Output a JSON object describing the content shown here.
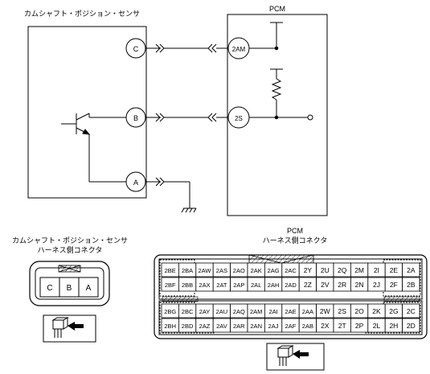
{
  "sensor": {
    "title": "カムシャフト・ポジション・センサ",
    "pins": [
      "C",
      "B",
      "A"
    ]
  },
  "pcm": {
    "title": "PCM",
    "pins": [
      "2AM",
      "2S"
    ]
  },
  "sensor_connector": {
    "title_line1": "カムシャフト・ポジション・センサ",
    "title_line2": "ハーネス側コネクタ",
    "pins": [
      "C",
      "B",
      "A"
    ]
  },
  "pcm_connector": {
    "title_line1": "PCM",
    "title_line2": "ハーネス側コネクタ",
    "rows": [
      [
        "2BE",
        "2BA",
        "2AW",
        "2AS",
        "2AO",
        "2AK",
        "2AG",
        "2AC",
        "2Y",
        "2U",
        "2Q",
        "2M",
        "2I",
        "2E",
        "2A"
      ],
      [
        "2BF",
        "2BB",
        "2AX",
        "2AT",
        "2AP",
        "2AL",
        "2AH",
        "2AD",
        "2Z",
        "2V",
        "2R",
        "2N",
        "2J",
        "2F",
        "2B"
      ],
      [
        "2BG",
        "2BC",
        "2AY",
        "2AU",
        "2AQ",
        "2AM",
        "2AI",
        "2AE",
        "2AA",
        "2W",
        "2S",
        "2O",
        "2K",
        "2G",
        "2C"
      ],
      [
        "2BH",
        "2BD",
        "2AZ",
        "2AV",
        "2AR",
        "2AN",
        "2AJ",
        "2AF",
        "2AB",
        "2X",
        "2T",
        "2P",
        "2L",
        "2H",
        "2D"
      ]
    ]
  }
}
